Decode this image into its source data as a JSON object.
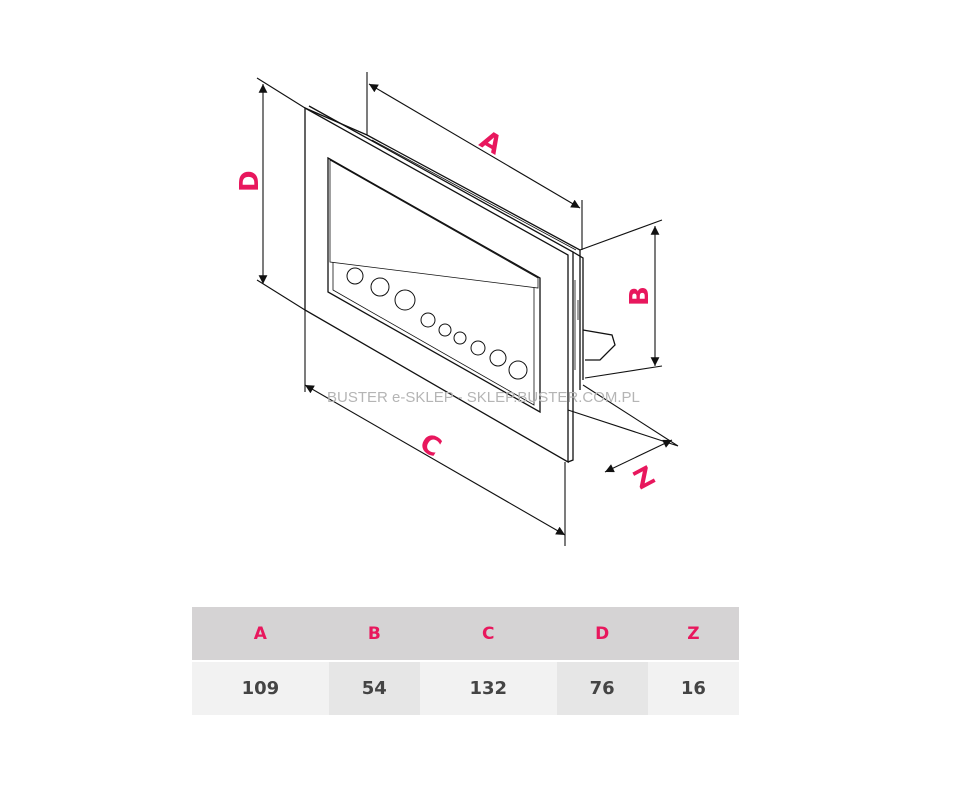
{
  "drawing": {
    "labels": {
      "a": "A",
      "b": "B",
      "c": "C",
      "d": "D",
      "z": "Z"
    },
    "watermark": "BUSTER e-SKLEP - SKLEP.BUSTER.COM.PL",
    "accent": "#e8175d"
  },
  "table": {
    "headers": [
      "A",
      "B",
      "C",
      "D",
      "Z"
    ],
    "values": [
      "109",
      "54",
      "132",
      "76",
      "16"
    ]
  }
}
